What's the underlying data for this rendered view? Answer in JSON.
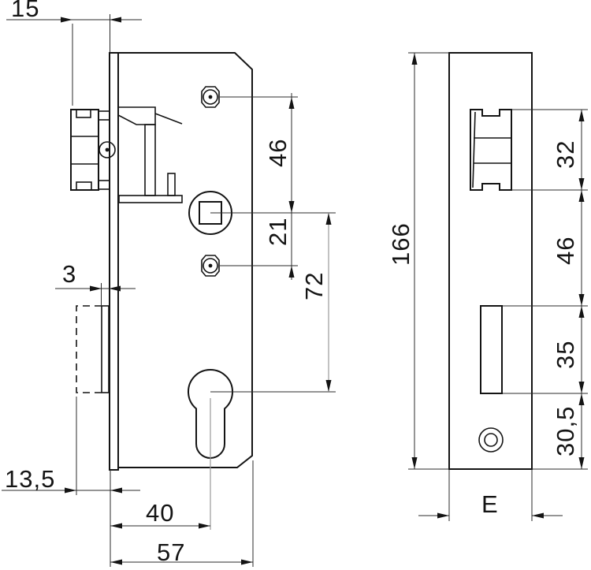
{
  "drawing": {
    "type": "technical-dimension-drawing",
    "subject": "mortise-lock",
    "colors": {
      "background": "#ffffff",
      "line": "#141414",
      "dim_line": "#2b2b2b",
      "aux_line": "#9a9a9a"
    },
    "views": {
      "side_view": {
        "name": "lock case side view",
        "dimensions": {
          "d15": "15",
          "d46": "46",
          "d21": "21",
          "d72": "72",
          "d3": "3",
          "d13_5": "13,5",
          "d40": "40",
          "d57": "57"
        }
      },
      "front_view": {
        "name": "faceplate front view",
        "dimensions": {
          "d166": "166",
          "d32": "32",
          "d46": "46",
          "d35": "35",
          "d30_5": "30,5",
          "dE": "E"
        }
      }
    }
  }
}
